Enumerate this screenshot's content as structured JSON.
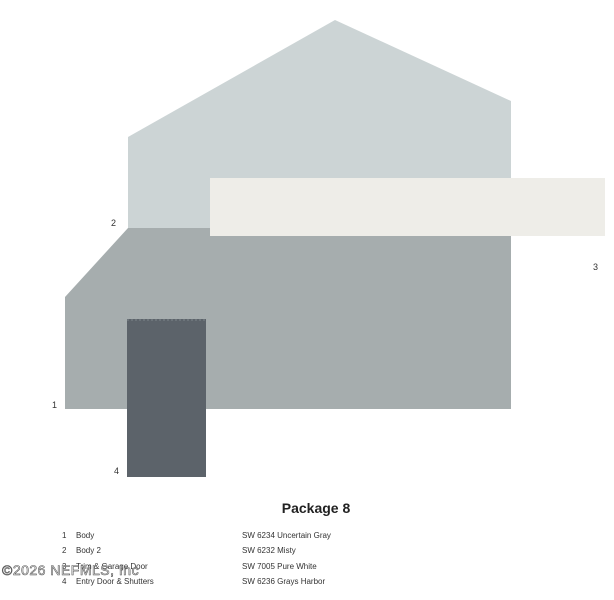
{
  "callouts": {
    "c1": "1",
    "c2": "2",
    "c3": "3",
    "c4": "4"
  },
  "package": {
    "title": "Package 8"
  },
  "legend": [
    {
      "num": "1",
      "part": "Body",
      "color": "SW 6234 Uncertain Gray",
      "hex": "#a6adae"
    },
    {
      "num": "2",
      "part": "Body 2",
      "color": "SW 6232 Misty",
      "hex": "#ccd4d5"
    },
    {
      "num": "3",
      "part": "Trim & Garage Door",
      "color": "SW 7005 Pure White",
      "hex": "#eeede8"
    },
    {
      "num": "4",
      "part": "Entry Door & Shutters",
      "color": "SW 6236 Grays Harbor",
      "hex": "#5c636a"
    }
  ],
  "watermark": {
    "text": "©2026 NEFMLS, Inc"
  }
}
